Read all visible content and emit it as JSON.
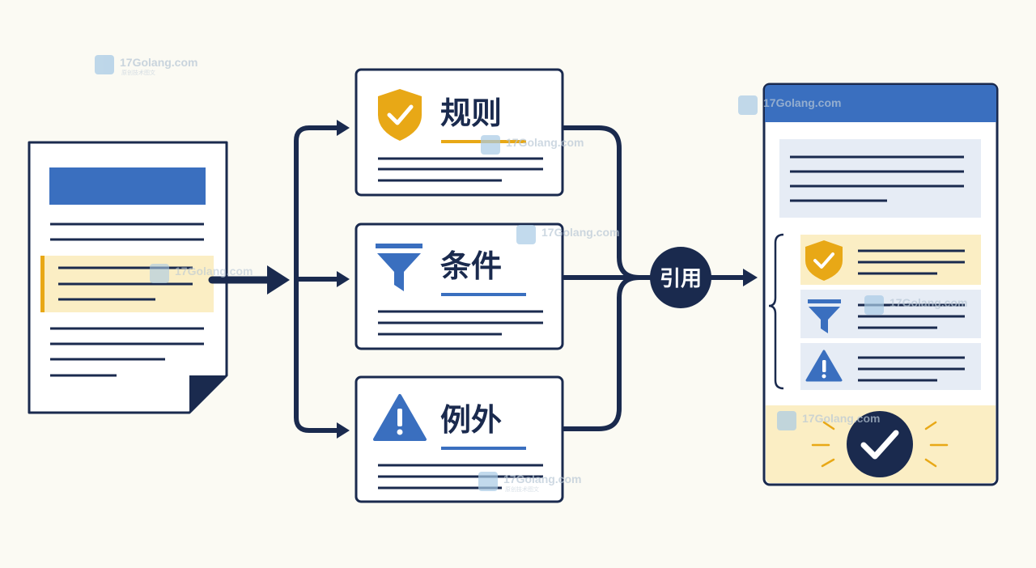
{
  "categories": {
    "rule_label": "规则",
    "condition_label": "条件",
    "exception_label": "例外"
  },
  "reference_label": "引用",
  "watermark": {
    "text": "17Golang.com",
    "subtext": "原创技术图文"
  },
  "colors": {
    "navy": "#1a2a4e",
    "blue": "#3a6fbf",
    "amber": "#e8a816",
    "highlight": "#fbeec4",
    "light_blue": "#e6ecf5",
    "background": "#fbfaf3"
  },
  "icons": [
    "shield-check-icon",
    "filter-icon",
    "warning-icon",
    "check-circle-icon",
    "document-icon",
    "arrow-right-icon"
  ]
}
